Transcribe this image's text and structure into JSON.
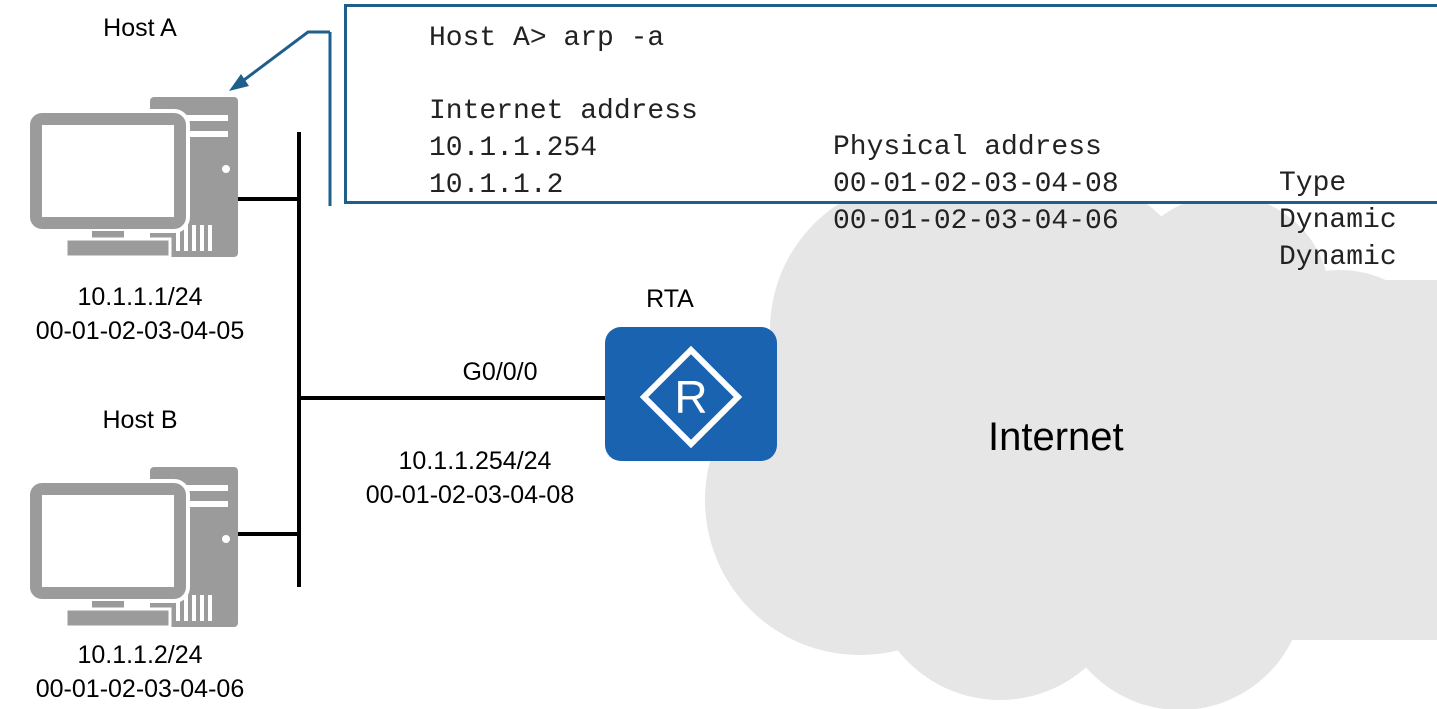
{
  "hosts": {
    "host_a": {
      "name": "Host A",
      "ip": "10.1.1.1/24",
      "mac": "00-01-02-03-04-05"
    },
    "host_b": {
      "name": "Host B",
      "ip": "10.1.1.2/24",
      "mac": "00-01-02-03-04-06"
    }
  },
  "router": {
    "name": "RTA",
    "symbol": "R",
    "interface": "G0/0/0",
    "ip": "10.1.1.254/24",
    "mac": "00-01-02-03-04-08"
  },
  "cloud": {
    "label": "Internet"
  },
  "terminal": {
    "command": "Host A> arp -a",
    "headers": [
      "Internet address",
      "Physical address",
      "Type"
    ],
    "rows": [
      [
        "10.1.1.254",
        "00-01-02-03-04-08",
        "Dynamic"
      ],
      [
        "10.1.1.2",
        "00-01-02-03-04-06",
        "Dynamic"
      ]
    ]
  },
  "colors": {
    "router_fill": "#1a63b0",
    "terminal_border": "#1f5f8b",
    "cloud_fill": "#e6e6e6",
    "host_fill": "#9b9b9b",
    "bus_line": "#000000"
  },
  "icons": {
    "host": "desktop-computer-icon",
    "router": "router-icon",
    "cloud": "cloud-icon"
  }
}
